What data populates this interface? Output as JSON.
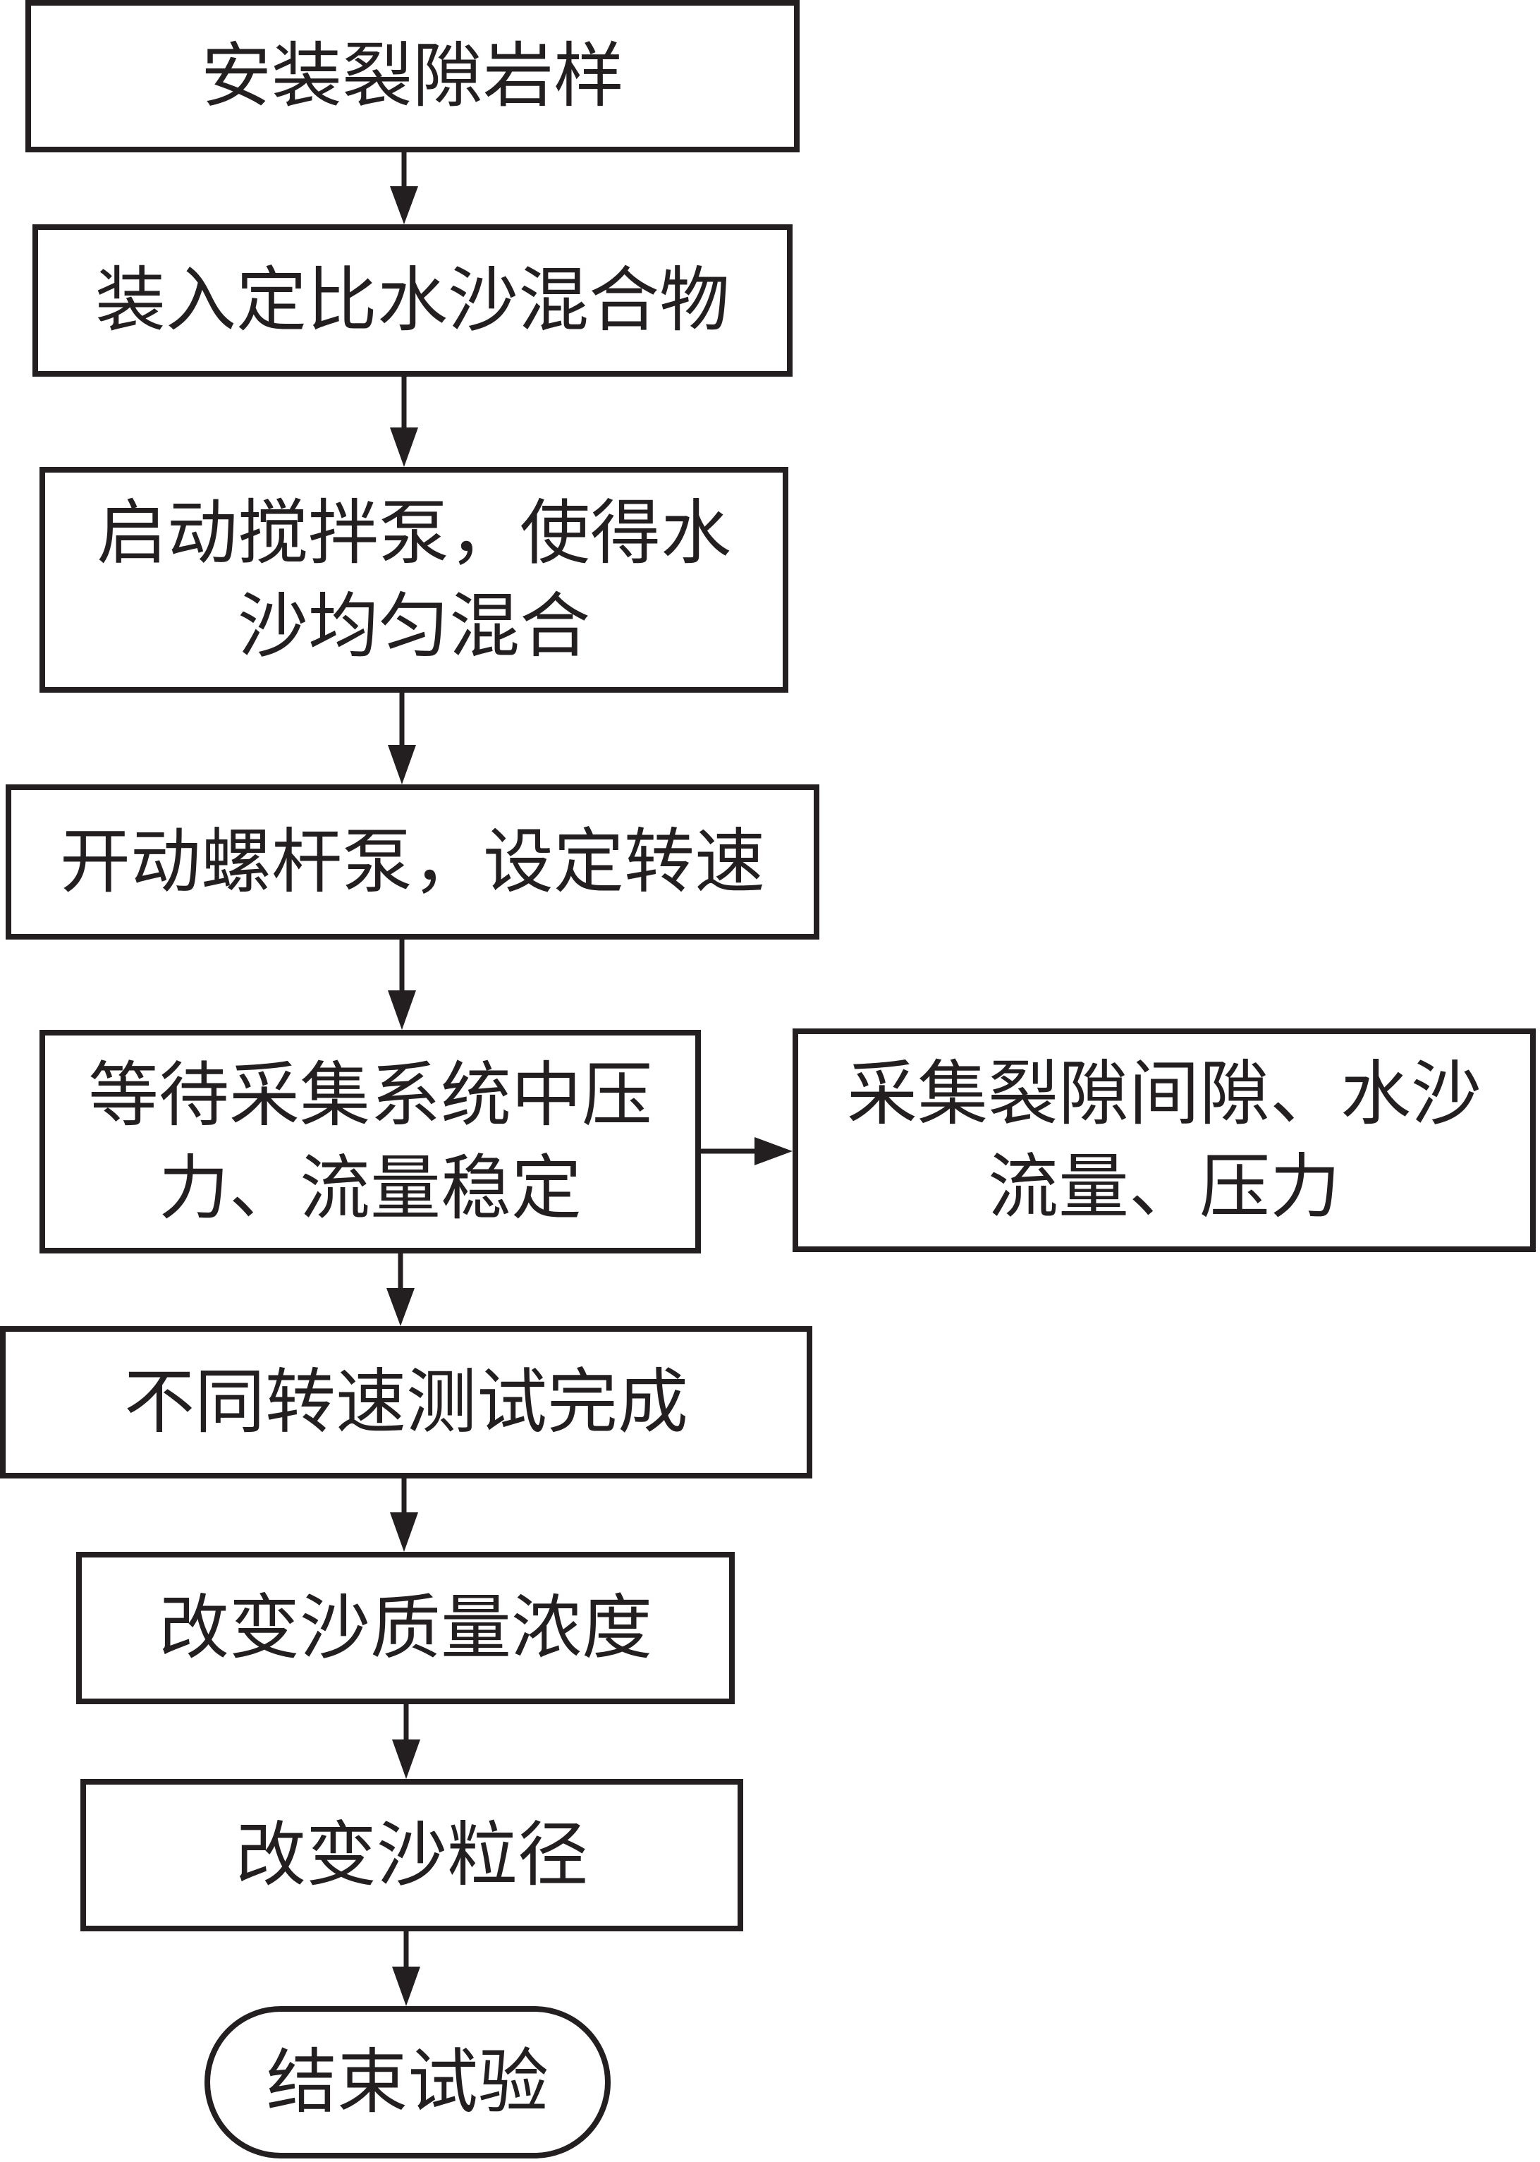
{
  "colors": {
    "stroke": "#231f20",
    "background": "#ffffff"
  },
  "flowchart": {
    "steps": [
      "安装裂隙岩样",
      "装入定比水沙混合物",
      "启动搅拌泵，使得水\n沙均匀混合",
      "开动螺杆泵，设定转速",
      "等待采集系统中压\n力、流量稳定",
      "不同转速测试完成",
      "改变沙质量浓度",
      "改变沙粒径",
      "结束试验"
    ],
    "side_step": "采集裂隙间隙、水沙\n流量、压力"
  }
}
